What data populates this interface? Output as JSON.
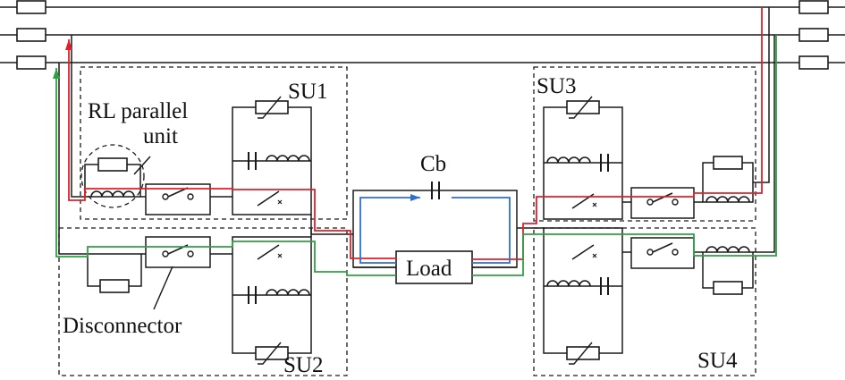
{
  "labels": {
    "su1": "SU1",
    "su2": "SU2",
    "su3": "SU3",
    "su4": "SU4",
    "rl_line1": "RL parallel",
    "rl_line2": "unit",
    "cb": "Cb",
    "load": "Load",
    "disconnector": "Disconnector"
  },
  "colors": {
    "line": "#1a1a1a",
    "red_path": "#e0202a",
    "green_path": "#2ea043",
    "blue_path": "#2f6fd0",
    "background": "#ffffff"
  },
  "icons": [
    "resistor-icon",
    "inductor-icon",
    "capacitor-icon",
    "varistor-icon",
    "switch-icon",
    "breaker-icon",
    "arrow-icon"
  ]
}
